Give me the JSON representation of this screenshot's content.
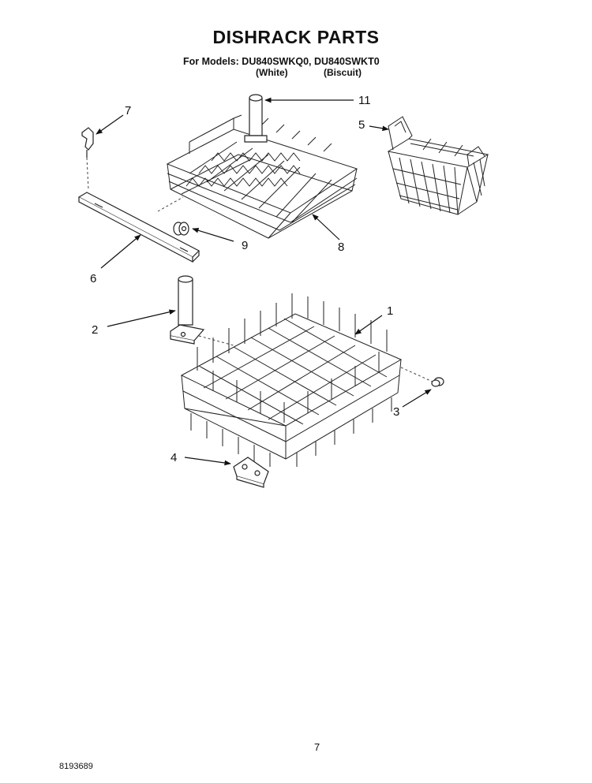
{
  "title": "DISHRACK PARTS",
  "models_line": "For Models: DU840SWKQ0, DU840SWKT0",
  "variants": [
    "(White)",
    "(Biscuit)"
  ],
  "callouts": {
    "c1": "1",
    "c2": "2",
    "c3": "3",
    "c4": "4",
    "c5": "5",
    "c6": "6",
    "c7": "7",
    "c8": "8",
    "c9": "9",
    "c11": "11"
  },
  "page_number": "7",
  "document_number": "8193689"
}
